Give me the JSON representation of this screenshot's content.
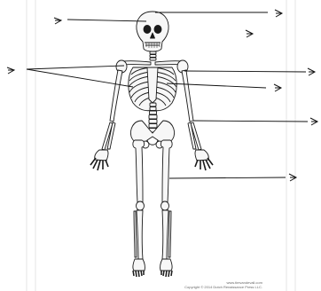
{
  "figure": {
    "subject": "human skeleton, anterior view",
    "label_pointers": [
      {
        "side": "left"
      },
      {
        "side": "left"
      },
      {
        "side": "right"
      },
      {
        "side": "right"
      },
      {
        "side": "right"
      },
      {
        "side": "right"
      },
      {
        "side": "right"
      },
      {
        "side": "right"
      }
    ]
  },
  "credit": {
    "url": "www.timvandevall.com",
    "copyright": "Copyright © 2014 Dutch Renaissance Press LLC."
  },
  "colors": {
    "page_rules": "#d4d4d4",
    "bone_fill": "#f7f7f7",
    "outline": "#1a1a1a",
    "pointer_line": "#111111"
  }
}
